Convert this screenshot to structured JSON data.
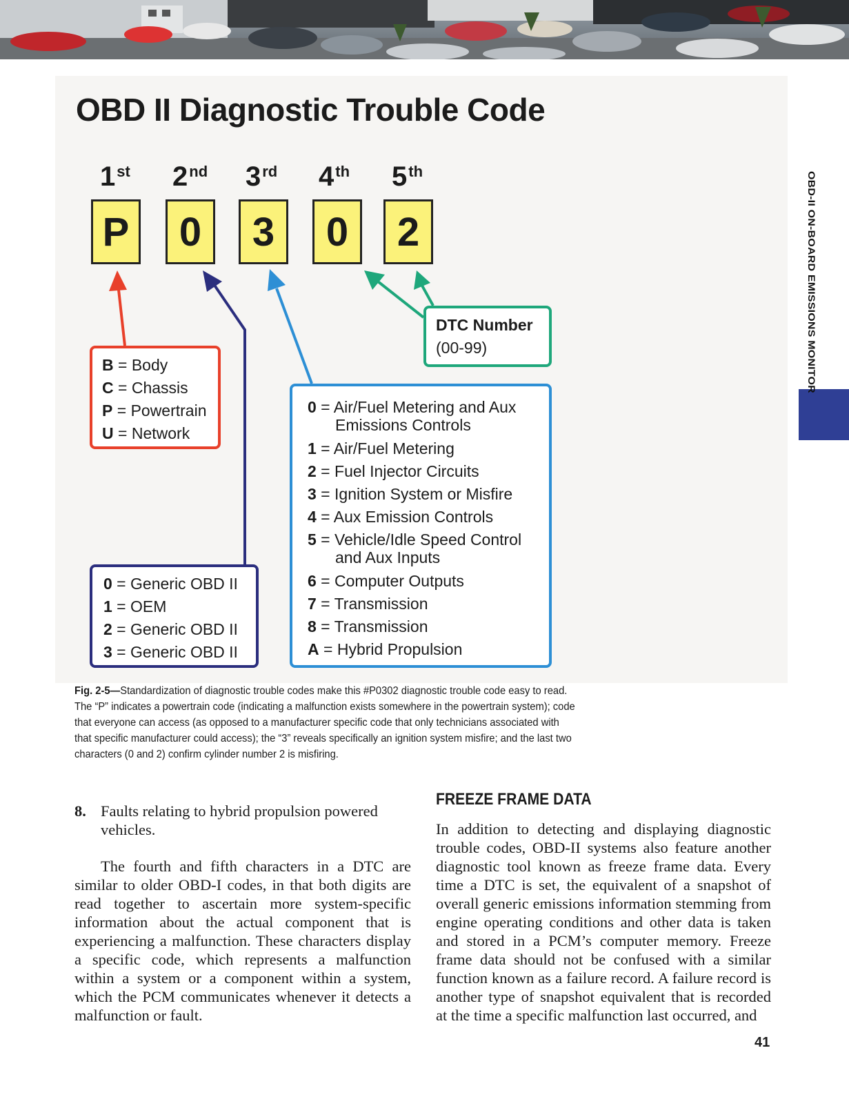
{
  "side_label": "OBD-II ON-BOARD EMISSIONS MONITOR",
  "figure": {
    "title": "OBD II Diagnostic Trouble Code",
    "positions": [
      {
        "num": "1",
        "suffix": "st",
        "char": "P"
      },
      {
        "num": "2",
        "suffix": "nd",
        "char": "0"
      },
      {
        "num": "3",
        "suffix": "rd",
        "char": "3"
      },
      {
        "num": "4",
        "suffix": "th",
        "char": "0"
      },
      {
        "num": "5",
        "suffix": "th",
        "char": "2"
      }
    ],
    "type_box": [
      {
        "code": "B",
        "eq": " = ",
        "desc": "Body"
      },
      {
        "code": "C",
        "eq": " = ",
        "desc": "Chassis"
      },
      {
        "code": "P",
        "eq": " = ",
        "desc": "Powertrain"
      },
      {
        "code": "U",
        "eq": " = ",
        "desc": "Network"
      }
    ],
    "manufacturer_box": [
      {
        "code": "0",
        "eq": " = ",
        "desc": "Generic OBD II"
      },
      {
        "code": "1",
        "eq": " = ",
        "desc": "OEM"
      },
      {
        "code": "2",
        "eq": " = ",
        "desc": "Generic OBD II"
      },
      {
        "code": "3",
        "eq": " = ",
        "desc": "Generic OBD II"
      }
    ],
    "subsystem_box": [
      {
        "code": "0",
        "eq": " = ",
        "desc": "Air/Fuel Metering and Aux",
        "cont": "Emissions Controls"
      },
      {
        "code": "1",
        "eq": " = ",
        "desc": "Air/Fuel Metering",
        "cont": ""
      },
      {
        "code": "2",
        "eq": " = ",
        "desc": "Fuel Injector Circuits",
        "cont": ""
      },
      {
        "code": "3",
        "eq": " = ",
        "desc": "Ignition System or Misfire",
        "cont": ""
      },
      {
        "code": "4",
        "eq": " = ",
        "desc": "Aux Emission Controls",
        "cont": ""
      },
      {
        "code": "5",
        "eq": " = ",
        "desc": "Vehicle/Idle Speed Control",
        "cont": "and Aux Inputs"
      },
      {
        "code": "6",
        "eq": " = ",
        "desc": "Computer Outputs",
        "cont": ""
      },
      {
        "code": "7",
        "eq": " = ",
        "desc": "Transmission",
        "cont": ""
      },
      {
        "code": "8",
        "eq": " = ",
        "desc": "Transmission",
        "cont": ""
      },
      {
        "code": "A",
        "eq": " = ",
        "desc": "Hybrid Propulsion",
        "cont": ""
      }
    ],
    "dtc_box": {
      "title": "DTC Number",
      "range": "(00-99)"
    },
    "colors": {
      "type": "#e8402a",
      "manufacturer": "#2b2e7e",
      "subsystem": "#2d8fd5",
      "dtc": "#1ea77b",
      "char_fill": "#fbf27a",
      "tab": "#2f3f95"
    }
  },
  "caption": {
    "label": "Fig. 2-5—",
    "text": "Standardization of diagnostic trouble codes make this #P0302 diagnostic trouble code easy to read. The “P” indicates a powertrain code (indicating a malfunction exists somewhere in the powertrain system); code that everyone can access (as opposed to a manufacturer specific code that only technicians associated with that specific manufacturer could access); the “3” reveals specifically an ignition system misfire; and the last two characters (0 and 2) confirm cylinder number 2 is misfiring."
  },
  "left_column": {
    "list_num": "8.",
    "list_text": "Faults relating to hybrid propulsion powered vehicles.",
    "paragraph": "The fourth and fifth characters in a DTC are similar to older OBD-I codes, in that both digits are read together to ascertain more system-specific information about the actual component that is experiencing a malfunction. These characters display a specific code, which represents a malfunction within a system or a component within a system, which the PCM communicates whenever it detects a malfunction or fault."
  },
  "right_column": {
    "heading": "FREEZE FRAME DATA",
    "paragraph": "In addition to detecting and displaying diagnostic trouble codes, OBD-II systems also feature another diagnostic tool known as freeze frame data. Every time a DTC is set, the equivalent of a snapshot of overall generic emissions information stemming from engine operating conditions and other data is taken and stored in a PCM’s computer memory. Freeze frame data should not be confused with a similar function known as a failure record. A failure record is another type of snapshot equivalent that is recorded at the time a specific malfunction last occurred, and"
  },
  "page_number": "41"
}
